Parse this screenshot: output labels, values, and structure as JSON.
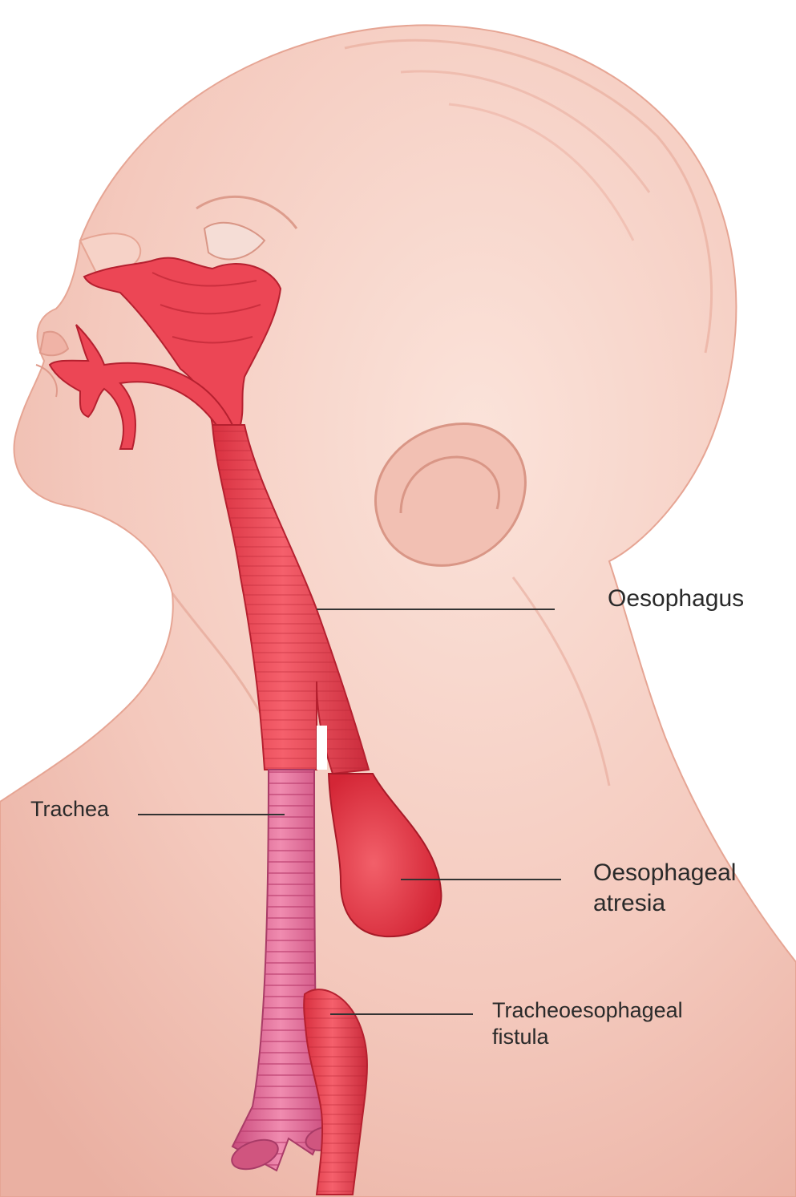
{
  "labels": {
    "oesophagus": "Oesophagus",
    "trachea": "Trachea",
    "atresia_line1": "Oesophageal",
    "atresia_line2": "atresia",
    "fistula_line1": "Tracheoesophageal",
    "fistula_line2": "fistula"
  },
  "colors": {
    "background": "#ffffff",
    "skin": "#f4c9bd",
    "skin_shadow": "#e9a898",
    "oesophagus": "#ec4655",
    "oesophagus_dark": "#c92a3a",
    "trachea": "#e2709a",
    "trachea_dark": "#c94a7c",
    "leader_line": "#333333"
  }
}
